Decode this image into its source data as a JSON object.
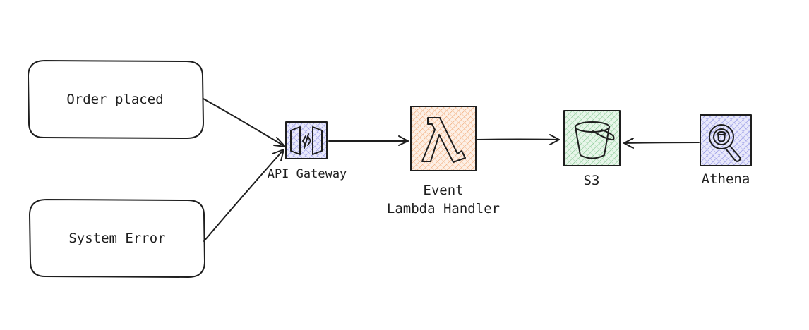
{
  "nodes": {
    "order_placed": {
      "label": "Order placed"
    },
    "system_error": {
      "label": "System Error"
    },
    "api_gateway": {
      "label": "API Gateway",
      "icon": "api-gateway-icon",
      "color": "#4c4fc7"
    },
    "lambda": {
      "label_line1": "Event",
      "label_line2": "Lambda Handler",
      "icon": "lambda-icon",
      "color": "#e8793a"
    },
    "s3": {
      "label": "S3",
      "icon": "bucket-icon",
      "color": "#2f9e44"
    },
    "athena": {
      "label": "Athena",
      "icon": "athena-search-icon",
      "color": "#4c4fc7"
    }
  },
  "edges": [
    {
      "from": "order_placed",
      "to": "api_gateway"
    },
    {
      "from": "system_error",
      "to": "api_gateway"
    },
    {
      "from": "api_gateway",
      "to": "lambda"
    },
    {
      "from": "lambda",
      "to": "s3"
    },
    {
      "from": "athena",
      "to": "s3"
    }
  ]
}
